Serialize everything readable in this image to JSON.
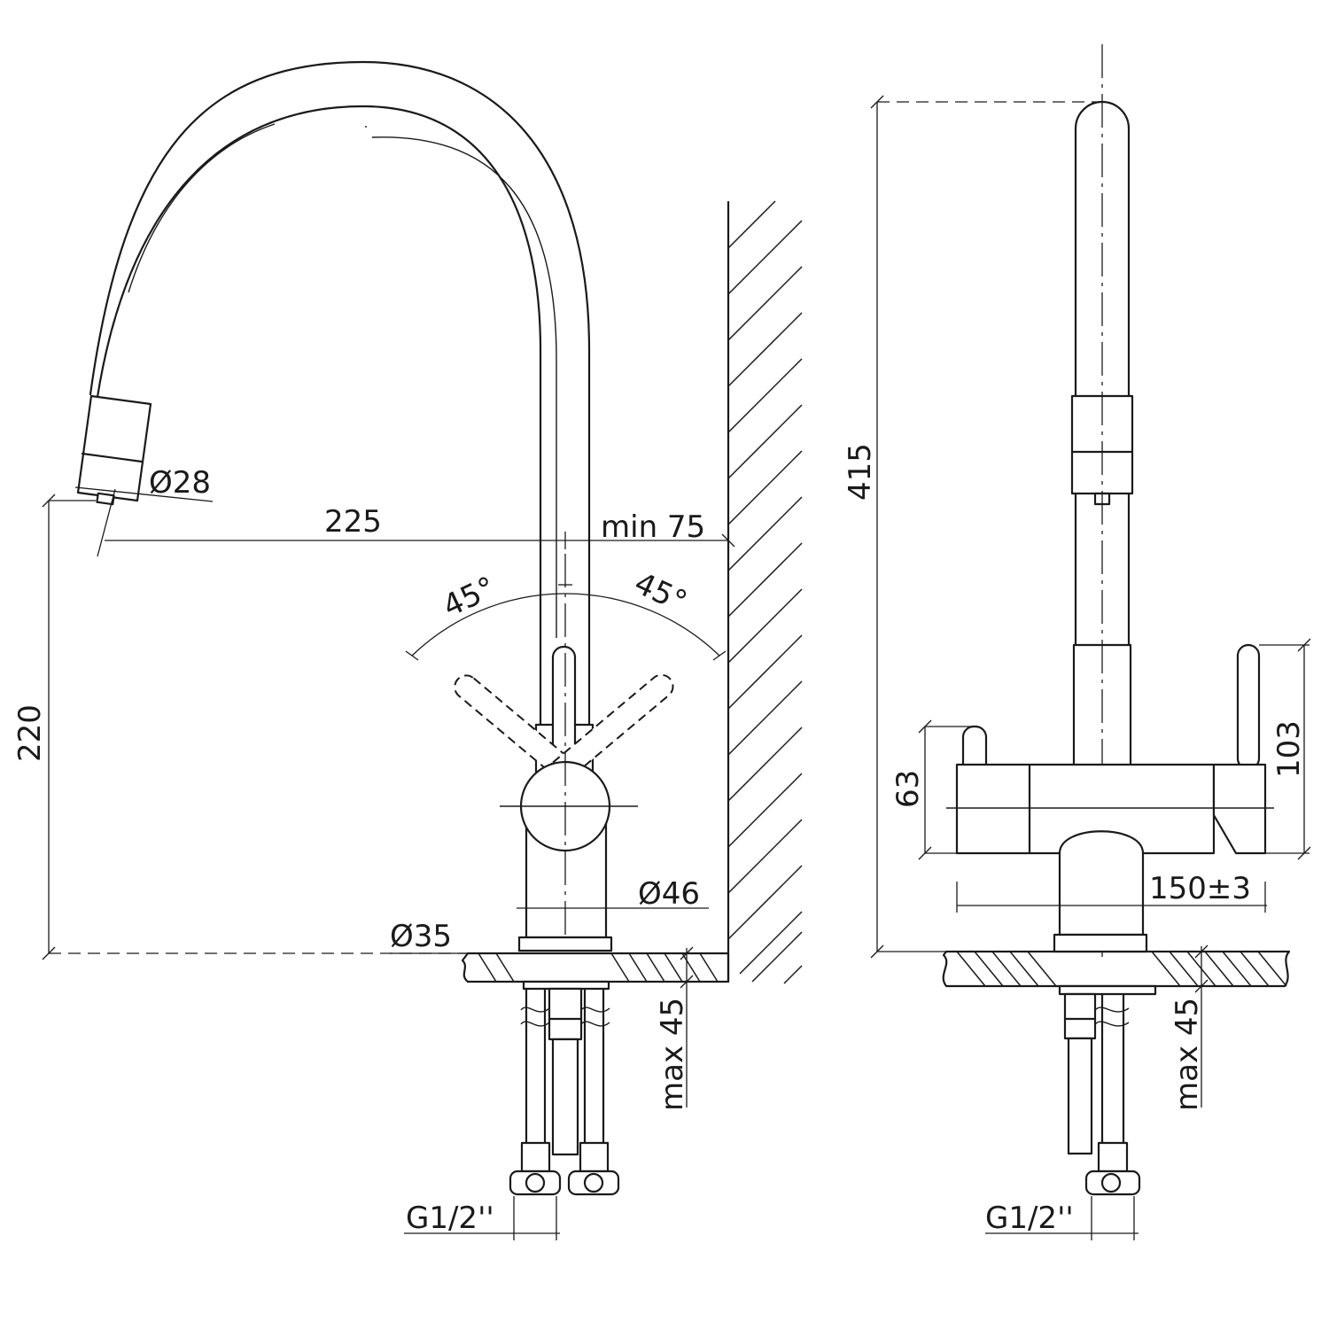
{
  "side_view": {
    "dim_spout_diameter": "Ø28",
    "dim_reach": "225",
    "dim_wall_clearance": "min 75",
    "dim_lever_angle_left": "45°",
    "dim_lever_angle_right": "45°",
    "dim_spout_height": "220",
    "dim_body_diameter": "Ø46",
    "dim_hole_diameter": "Ø35",
    "dim_worktop_thickness": "max 45",
    "dim_connection_thread": "G1/2''"
  },
  "front_view": {
    "dim_total_height": "415",
    "dim_body_height": "63",
    "dim_lever_height": "103",
    "dim_body_width": "150±3",
    "dim_worktop_thickness": "max 45",
    "dim_connection_thread": "G1/2''"
  }
}
